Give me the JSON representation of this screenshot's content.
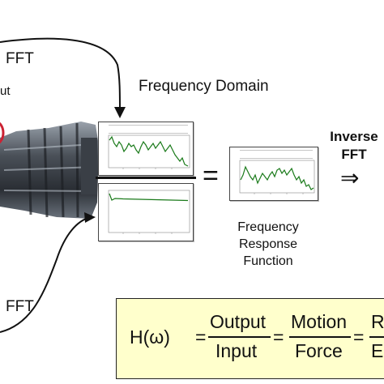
{
  "labels": {
    "fft_top": "FFT",
    "input_partial": "ut",
    "frequency_domain": "Frequency Domain",
    "inverse_fft": "Inverse\nFFT",
    "inverse_arrow": "⇒",
    "equals": "=",
    "frf": "Frequency Response Function",
    "fft_bottom": "FFT"
  },
  "formula": {
    "h_omega": "H(ω)",
    "eq": "=",
    "numerator_1": "Output",
    "denominator_1": "Input",
    "numerator_2": "Motion",
    "denominator_2": "Force",
    "numerator_3": "R",
    "denominator_3": "E"
  },
  "colors": {
    "trace": "#1a7a1a",
    "formula_bg": "#ffffcc",
    "highlight_ring": "#cc2233",
    "transmission_dark": "#2e3238",
    "transmission_light": "#8a929c"
  }
}
